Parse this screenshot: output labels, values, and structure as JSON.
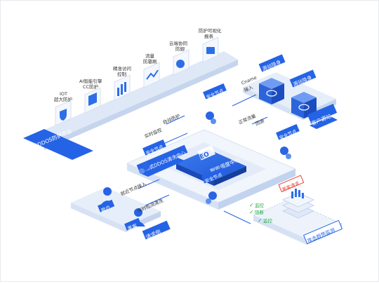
{
  "colors": {
    "primary": "#2563e6",
    "deep": "#1f57d6",
    "light": "#e9f0fb",
    "light2": "#dbe6f7",
    "side": "#c9d8f1",
    "red": "#e8433a",
    "green": "#2aa84a"
  },
  "platform": {
    "label": "智能DDOS防护平台",
    "icons": [
      {
        "name": "shield-icon",
        "label1": "IOT",
        "label2": "超大防护"
      },
      {
        "name": "ai-icon",
        "label1": "AI智能引擎",
        "label2": "CC防护"
      },
      {
        "name": "chart-icon",
        "label1": "精准访问",
        "label2": "控制"
      },
      {
        "name": "flow-icon",
        "label1": "流量",
        "label2": "防篡刷"
      },
      {
        "name": "cloud-sync-icon",
        "label1": "云端协同",
        "label2": "防御"
      },
      {
        "name": "report-icon",
        "label1": "防护可视化",
        "label2": "报表"
      }
    ]
  },
  "center": {
    "label": "智能调度中心",
    "logo": "EO"
  },
  "scrubbing": {
    "label": "分布式DDOS清洗中心",
    "node_label": "安全节点"
  },
  "origin": {
    "label": "客户源站",
    "hidden1": "源站隐身",
    "hidden2": "源站隐身"
  },
  "client": {
    "label": "请求侧",
    "user": "用户",
    "hacker": "黑客"
  },
  "monitor": {
    "label": "攻击趋势监测",
    "alert": "黑客请求",
    "tags": [
      "监控",
      "阻断",
      "监控"
    ]
  },
  "arrows": {
    "cname": "Cname",
    "cname2": "接入",
    "realtime": "实时监控",
    "auto": "自动防护",
    "normal": "正常流量",
    "back": "回源",
    "nearby": "就近节点接入",
    "detect": "实时检测清洗"
  }
}
